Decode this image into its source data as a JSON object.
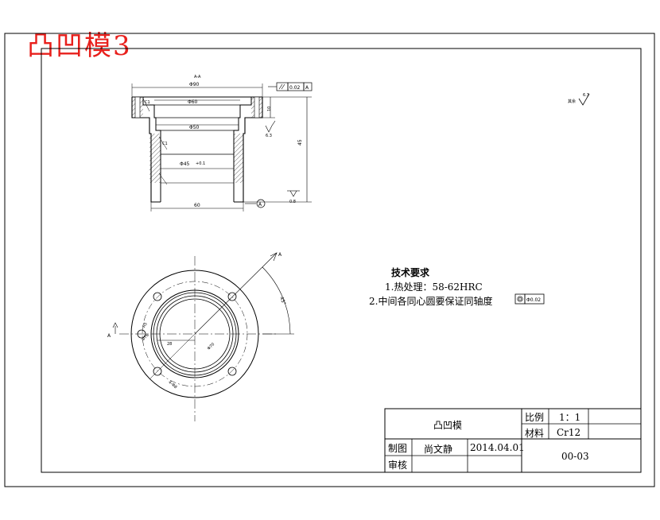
{
  "title_stamp": "凸凹模3",
  "section_label": "A-A",
  "dims": {
    "top_outer": "Φ90",
    "upper_bore": "Φ60",
    "middle_bore": "Φ50",
    "lower_bore": "Φ45",
    "bottom_width": "60",
    "height_total": "45",
    "flange_height": "10",
    "chamfer1": "C1",
    "chamfer2": "C1",
    "inner_note": "+0.1",
    "pcd": "Φ78",
    "hole": "4-Φ8",
    "angle": "45°",
    "radius": "R5",
    "r28": "28",
    "phi70": "Φ70"
  },
  "roughness": {
    "flange": "6.3",
    "bottom": "0.8",
    "rest_label": "其余",
    "rest_value": "6.3"
  },
  "tolerance": {
    "parallel_value": "0.02",
    "parallel_datum": "A",
    "datum_letter": "A",
    "coaxial_value": "Φ0.02"
  },
  "section_marker": "A",
  "requirements": {
    "heading": "技术要求",
    "item1": "1.热处理：58-62HRC",
    "item2": "2.中间各同心圆要保证同轴度"
  },
  "title_block": {
    "part_name": "凸凹模",
    "scale_label": "比例",
    "scale_value": "1：1",
    "material_label": "材料",
    "material_value": "Cr12",
    "drawn_label": "制图",
    "drawn_name": "尚文静",
    "date": "2014.04.01",
    "check_label": "审核",
    "drawing_no": "00-03"
  },
  "colors": {
    "stamp": "#e8201c",
    "line": "#000000"
  }
}
